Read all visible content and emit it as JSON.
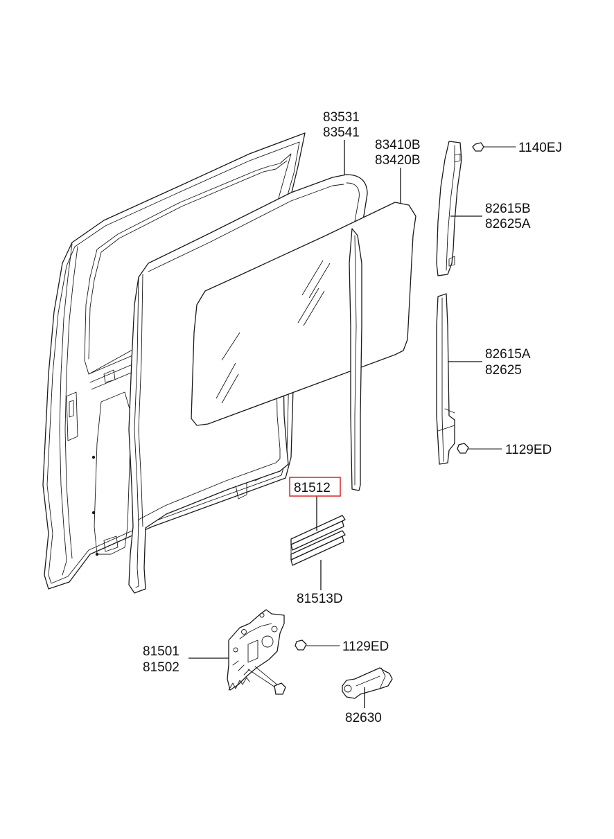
{
  "diagram": {
    "highlight_color": "#e03030",
    "highlighted_part": "81512",
    "labels": {
      "p83531": "83531",
      "p83541": "83541",
      "p83410B": "83410B",
      "p83420B": "83420B",
      "p1140EJ": "1140EJ",
      "p82615B": "82615B",
      "p82625A": "82625A",
      "p82615A": "82615A",
      "p82625": "82625",
      "p1129ED_top": "1129ED",
      "p81512": "81512",
      "p81513D": "81513D",
      "p81501": "81501",
      "p81502": "81502",
      "p1129ED_bottom": "1129ED",
      "p82630": "82630"
    }
  }
}
